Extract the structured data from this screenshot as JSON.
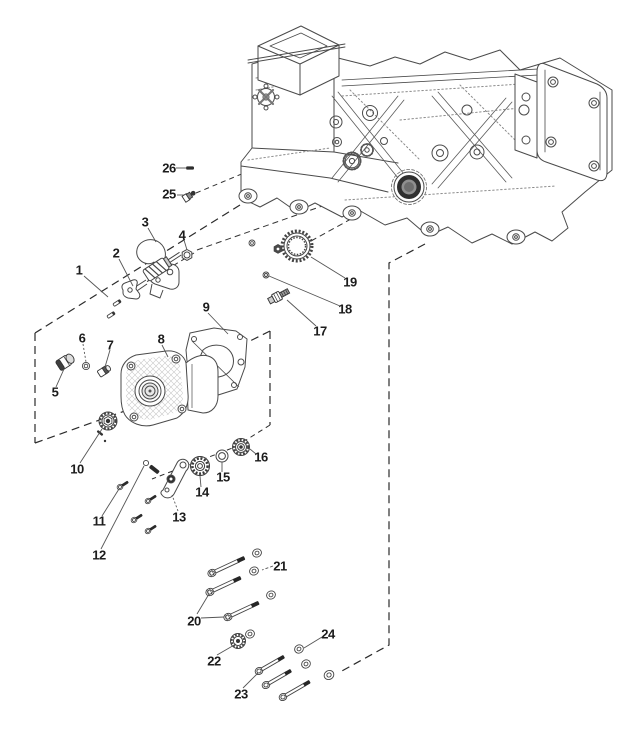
{
  "figure": {
    "kind": "exploded-parts-diagram",
    "background_color": "#ffffff",
    "line_color": "#4a4a4a",
    "dash_color": "#2b2b2b",
    "dark_fill_color": "#2b2b2b"
  },
  "callouts": [
    {
      "label": "1"
    },
    {
      "label": "2"
    },
    {
      "label": "3"
    },
    {
      "label": "4"
    },
    {
      "label": "5"
    },
    {
      "label": "6"
    },
    {
      "label": "7"
    },
    {
      "label": "8"
    },
    {
      "label": "9"
    },
    {
      "label": "10"
    },
    {
      "label": "11"
    },
    {
      "label": "12"
    },
    {
      "label": "13"
    },
    {
      "label": "14"
    },
    {
      "label": "15"
    },
    {
      "label": "16"
    },
    {
      "label": "17"
    },
    {
      "label": "18"
    },
    {
      "label": "19"
    },
    {
      "label": "20"
    },
    {
      "label": "21"
    },
    {
      "label": "22"
    },
    {
      "label": "23"
    },
    {
      "label": "24"
    },
    {
      "label": "25"
    },
    {
      "label": "26"
    }
  ]
}
